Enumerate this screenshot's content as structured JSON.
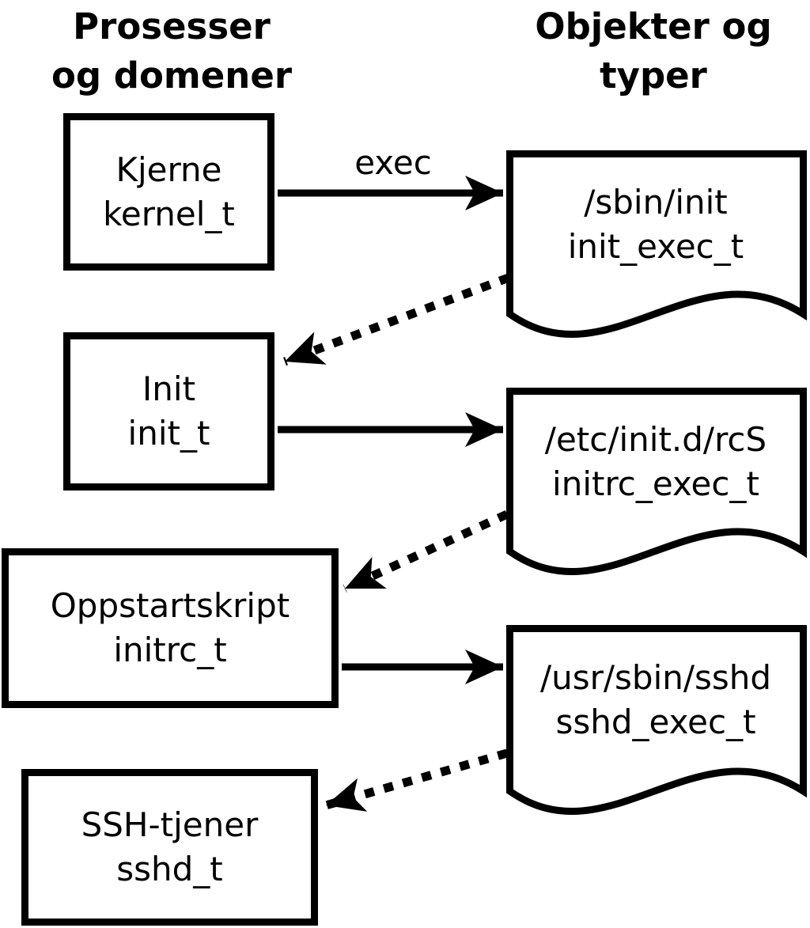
{
  "diagram_title": "SELinux domain transitions (Norwegian)",
  "headers": {
    "left": {
      "line1": "Prosesser",
      "line2": "og domener"
    },
    "right": {
      "line1": "Objekter og",
      "line2": "typer"
    }
  },
  "processes": [
    {
      "name": "Kjerne",
      "domain": "kernel_t"
    },
    {
      "name": "Init",
      "domain": "init_t"
    },
    {
      "name": "Oppstartskript",
      "domain": "initrc_t"
    },
    {
      "name": "SSH-tjener",
      "domain": "sshd_t"
    }
  ],
  "objects": [
    {
      "path": "/sbin/init",
      "type": "init_exec_t"
    },
    {
      "path": "/etc/init.d/rcS",
      "type": "initrc_exec_t"
    },
    {
      "path": "/usr/sbin/sshd",
      "type": "sshd_exec_t"
    }
  ],
  "arrows": {
    "exec_label": "exec",
    "solid_count": 3,
    "dotted_count": 3
  },
  "colors": {
    "stroke": "#000000",
    "background": "#ffffff"
  }
}
